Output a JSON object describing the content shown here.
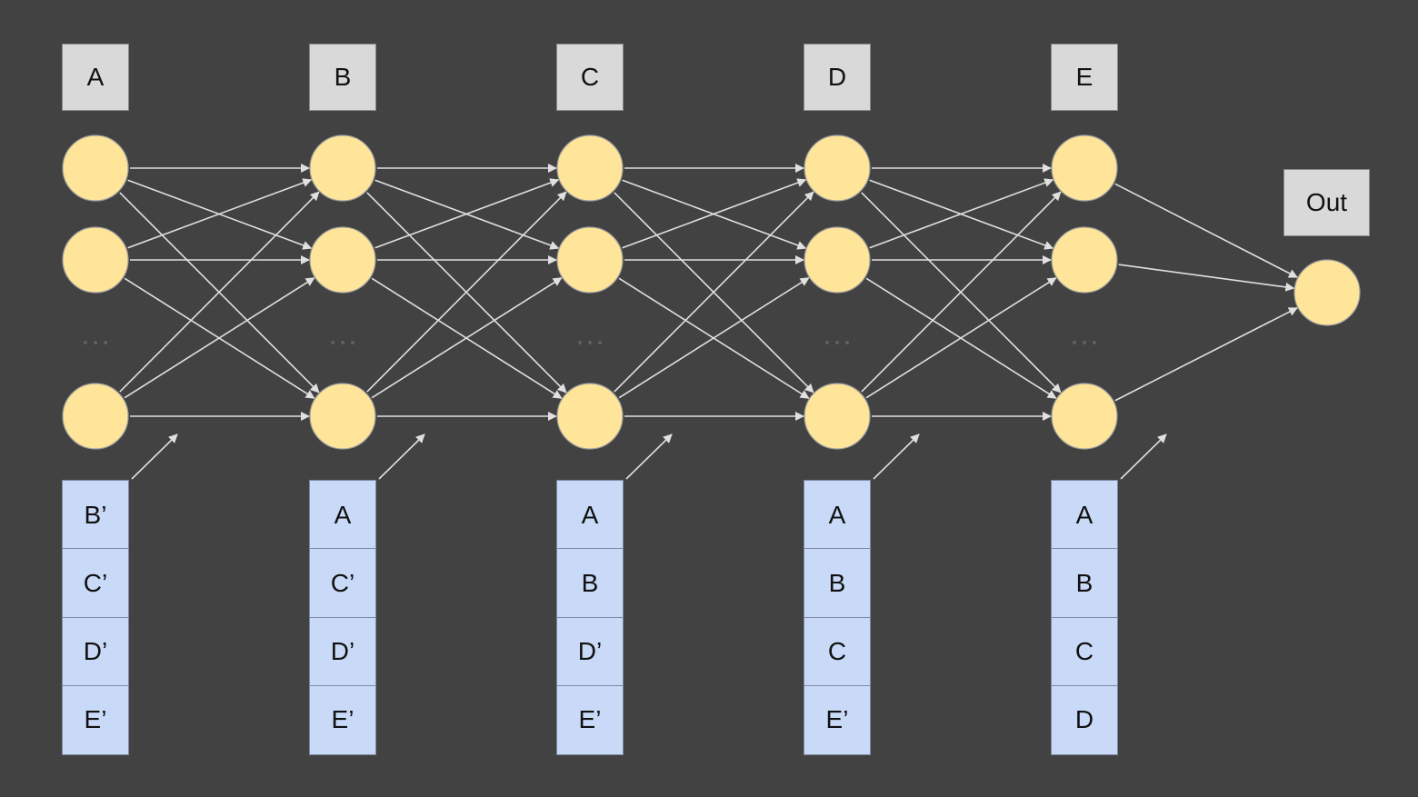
{
  "colors": {
    "background": "#424242",
    "node_fill": "#ffe599",
    "node_stroke": "#9e9e9e",
    "edge": "#e0e0e0",
    "label_box": "#d9d9d9",
    "input_cell": "#c9daf8",
    "ellipsis": "#616161"
  },
  "layers": [
    {
      "label": "A",
      "inputs": [
        "B’",
        "C’",
        "D’",
        "E’"
      ]
    },
    {
      "label": "B",
      "inputs": [
        "A",
        "C’",
        "D’",
        "E’"
      ]
    },
    {
      "label": "C",
      "inputs": [
        "A",
        "B",
        "D’",
        "E’"
      ]
    },
    {
      "label": "D",
      "inputs": [
        "A",
        "B",
        "C",
        "E’"
      ]
    },
    {
      "label": "E",
      "inputs": [
        "A",
        "B",
        "C",
        "D"
      ]
    }
  ],
  "output": {
    "label": "Out"
  },
  "ellipsis": "···"
}
